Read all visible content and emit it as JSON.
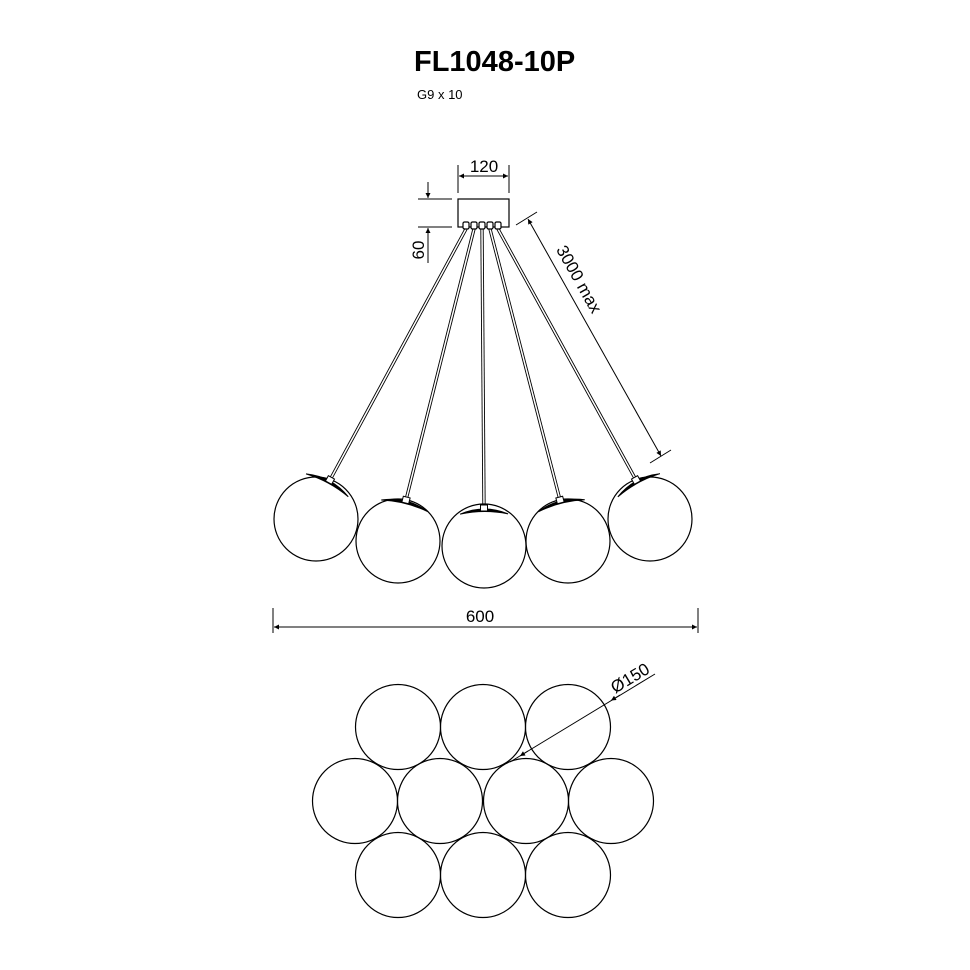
{
  "header": {
    "model": "FL1048-10P",
    "lamp_spec": "G9 x 10"
  },
  "dimensions": {
    "canopy_width": "120",
    "canopy_height": "60",
    "cable_length": "3000 max",
    "overall_width": "600",
    "shade_diameter": "Ø150"
  },
  "views": {
    "side_view_shades": 5,
    "top_view_shades": 10,
    "top_view_rows": [
      3,
      4,
      3
    ]
  },
  "colors": {
    "line": "#000000",
    "background": "#ffffff"
  }
}
